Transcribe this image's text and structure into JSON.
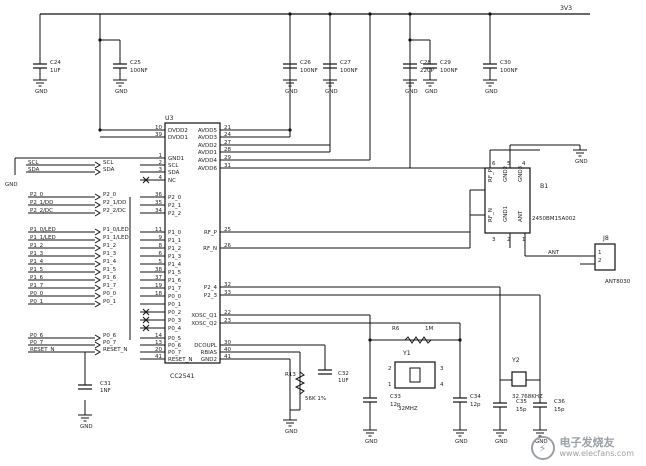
{
  "power_rail": "3V3",
  "top_caps": [
    {
      "ref": "C24",
      "value": "1UF"
    },
    {
      "ref": "C25",
      "value": "100NF"
    },
    {
      "ref": "C26",
      "value": "100NF"
    },
    {
      "ref": "C27",
      "value": "100NF"
    },
    {
      "ref": "C28",
      "value": "220P"
    },
    {
      "ref": "C29",
      "value": "100NF"
    },
    {
      "ref": "C30",
      "value": "100NF"
    }
  ],
  "gnd": "GND",
  "ic": {
    "ref": "U3",
    "part": "CC2541",
    "left_pin_numbers": [
      "10",
      "39",
      "1",
      "2",
      "3",
      "4",
      "36",
      "35",
      "34",
      "11",
      "9",
      "8",
      "6",
      "5",
      "38",
      "37",
      "19",
      "18",
      "",
      "",
      "",
      "",
      "14",
      "13",
      "20",
      "41"
    ],
    "left_pin_names": [
      "DVDD2",
      "DVDD1",
      "GND1",
      "SCL",
      "SDA",
      "NC",
      "P2_0",
      "P2_1",
      "P2_2",
      "P1_0",
      "P1_1",
      "P1_2",
      "P1_3",
      "P1_4",
      "P1_5",
      "P1_6",
      "P1_7",
      "P0_0",
      "P0_1",
      "P0_2",
      "P0_3",
      "P0_4",
      "P0_5",
      "P0_6",
      "P0_7",
      "RESET_N"
    ],
    "right_pin_numbers": [
      "21",
      "24",
      "27",
      "28",
      "29",
      "31",
      "25",
      "26",
      "32",
      "33",
      "22",
      "23",
      "30",
      "40",
      "41"
    ],
    "right_pin_names": [
      "AVDD5",
      "AVDD3",
      "AVDD2",
      "AVDD1",
      "AVDD4",
      "AVDD6",
      "RF_P",
      "RF_N",
      "P2_4",
      "P2_3",
      "XOSC_Q1",
      "XOSC_Q2",
      "DCOUPL",
      "RBIAS",
      "GND2"
    ]
  },
  "nets_left": [
    "SCL",
    "SDA",
    "P2_0",
    "P2_1/DD",
    "P2_2/DC",
    "P1_0/LED",
    "P1_1/LED",
    "P1_2",
    "P1_3",
    "P1_4",
    "P1_5",
    "P1_6",
    "P1_7",
    "P0_0",
    "P0_1",
    "P0_6",
    "P0_7",
    "RESET_N"
  ],
  "bus_labels": [
    "SCL",
    "SDA",
    "P2_0",
    "P2_1/DD",
    "P2_2/DC",
    "P1_0/LED",
    "P1_1/LED",
    "P1_2",
    "P1_3",
    "P1_4",
    "P1_5",
    "P1_6",
    "P1_7",
    "P0_0",
    "P0_1",
    "P0_6",
    "P0_7",
    "RESET_N"
  ],
  "reset_cap": {
    "ref": "C31",
    "value": "1NF"
  },
  "balun": {
    "ref": "B1",
    "part": "2450BM15A002",
    "pins": [
      "RF_P",
      "GND2",
      "GND3",
      "RF_N",
      "GND1",
      "ANT"
    ],
    "pin_numbers": [
      "6",
      "5",
      "4",
      "3",
      "2",
      "1"
    ]
  },
  "antenna": {
    "ref": "J8",
    "part": "ANT8030",
    "net": "ANT",
    "pin_numbers": [
      "1",
      "2"
    ]
  },
  "rbias": {
    "ref": "R13",
    "value": "56K 1%"
  },
  "dcoupl_cap": {
    "ref": "C32",
    "value": "1UF"
  },
  "crystal_32m": {
    "ref": "Y1",
    "value": "32MHZ",
    "pins": [
      "2",
      "3",
      "1",
      "4"
    ]
  },
  "feedback_res": {
    "ref": "R6",
    "value": "1M"
  },
  "xtal_caps": [
    {
      "ref": "C33",
      "value": "12p"
    },
    {
      "ref": "C34",
      "value": "12p"
    }
  ],
  "crystal_32k": {
    "ref": "Y2",
    "value": "32.768KHZ"
  },
  "xtal32k_caps": [
    {
      "ref": "C35",
      "value": "15p"
    },
    {
      "ref": "C36",
      "value": "15p"
    }
  ],
  "watermark": {
    "cn": "电子发烧友",
    "url": "www.elecfans.com",
    "mark": "⚡"
  }
}
